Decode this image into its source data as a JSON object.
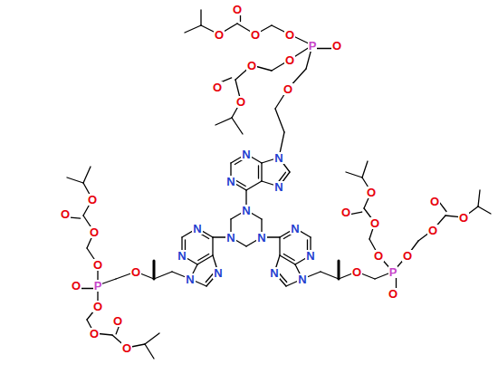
{
  "diagram": {
    "labels": [
      "O",
      "O",
      "O",
      "O",
      "P",
      "O",
      "O",
      "O",
      "O",
      "O",
      "O",
      "N",
      "N",
      "N",
      "N",
      "N",
      "N",
      "N",
      "N",
      "N",
      "N",
      "N",
      "O",
      "P",
      "O",
      "O",
      "O",
      "O",
      "O",
      "O",
      "O",
      "O",
      "O",
      "N",
      "N",
      "N",
      "N",
      "O",
      "P",
      "O",
      "O",
      "O",
      "O",
      "O",
      "O",
      "O",
      "O",
      "O"
    ]
  }
}
